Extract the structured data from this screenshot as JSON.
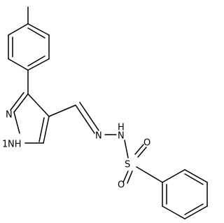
{
  "atoms": {
    "n_pyrazole": "N",
    "nh_pyrazole": "NH",
    "h_pyrazole": "1",
    "n_hydrazone": "N",
    "nh_hydrazone": "N",
    "h_hydrazone": "H",
    "s_sulfonyl": "S",
    "o_sulfonyl_1": "O",
    "o_sulfonyl_2": "O"
  }
}
